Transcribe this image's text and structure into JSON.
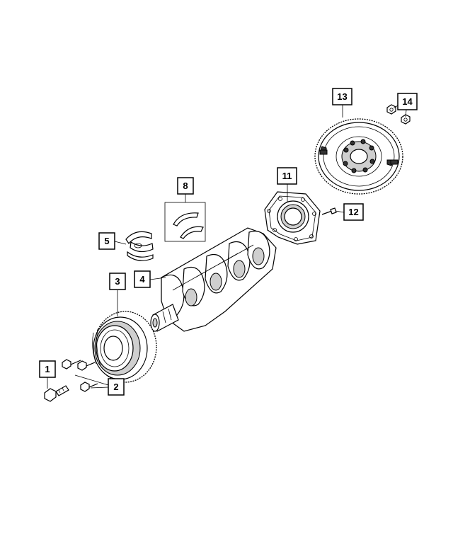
{
  "callouts": [
    {
      "id": "c1",
      "label": "1"
    },
    {
      "id": "c2",
      "label": "2"
    },
    {
      "id": "c3",
      "label": "3"
    },
    {
      "id": "c4",
      "label": "4"
    },
    {
      "id": "c5",
      "label": "5"
    },
    {
      "id": "c8",
      "label": "8"
    },
    {
      "id": "c11",
      "label": "11"
    },
    {
      "id": "c12",
      "label": "12"
    },
    {
      "id": "c13",
      "label": "13"
    },
    {
      "id": "c14",
      "label": "14"
    }
  ]
}
